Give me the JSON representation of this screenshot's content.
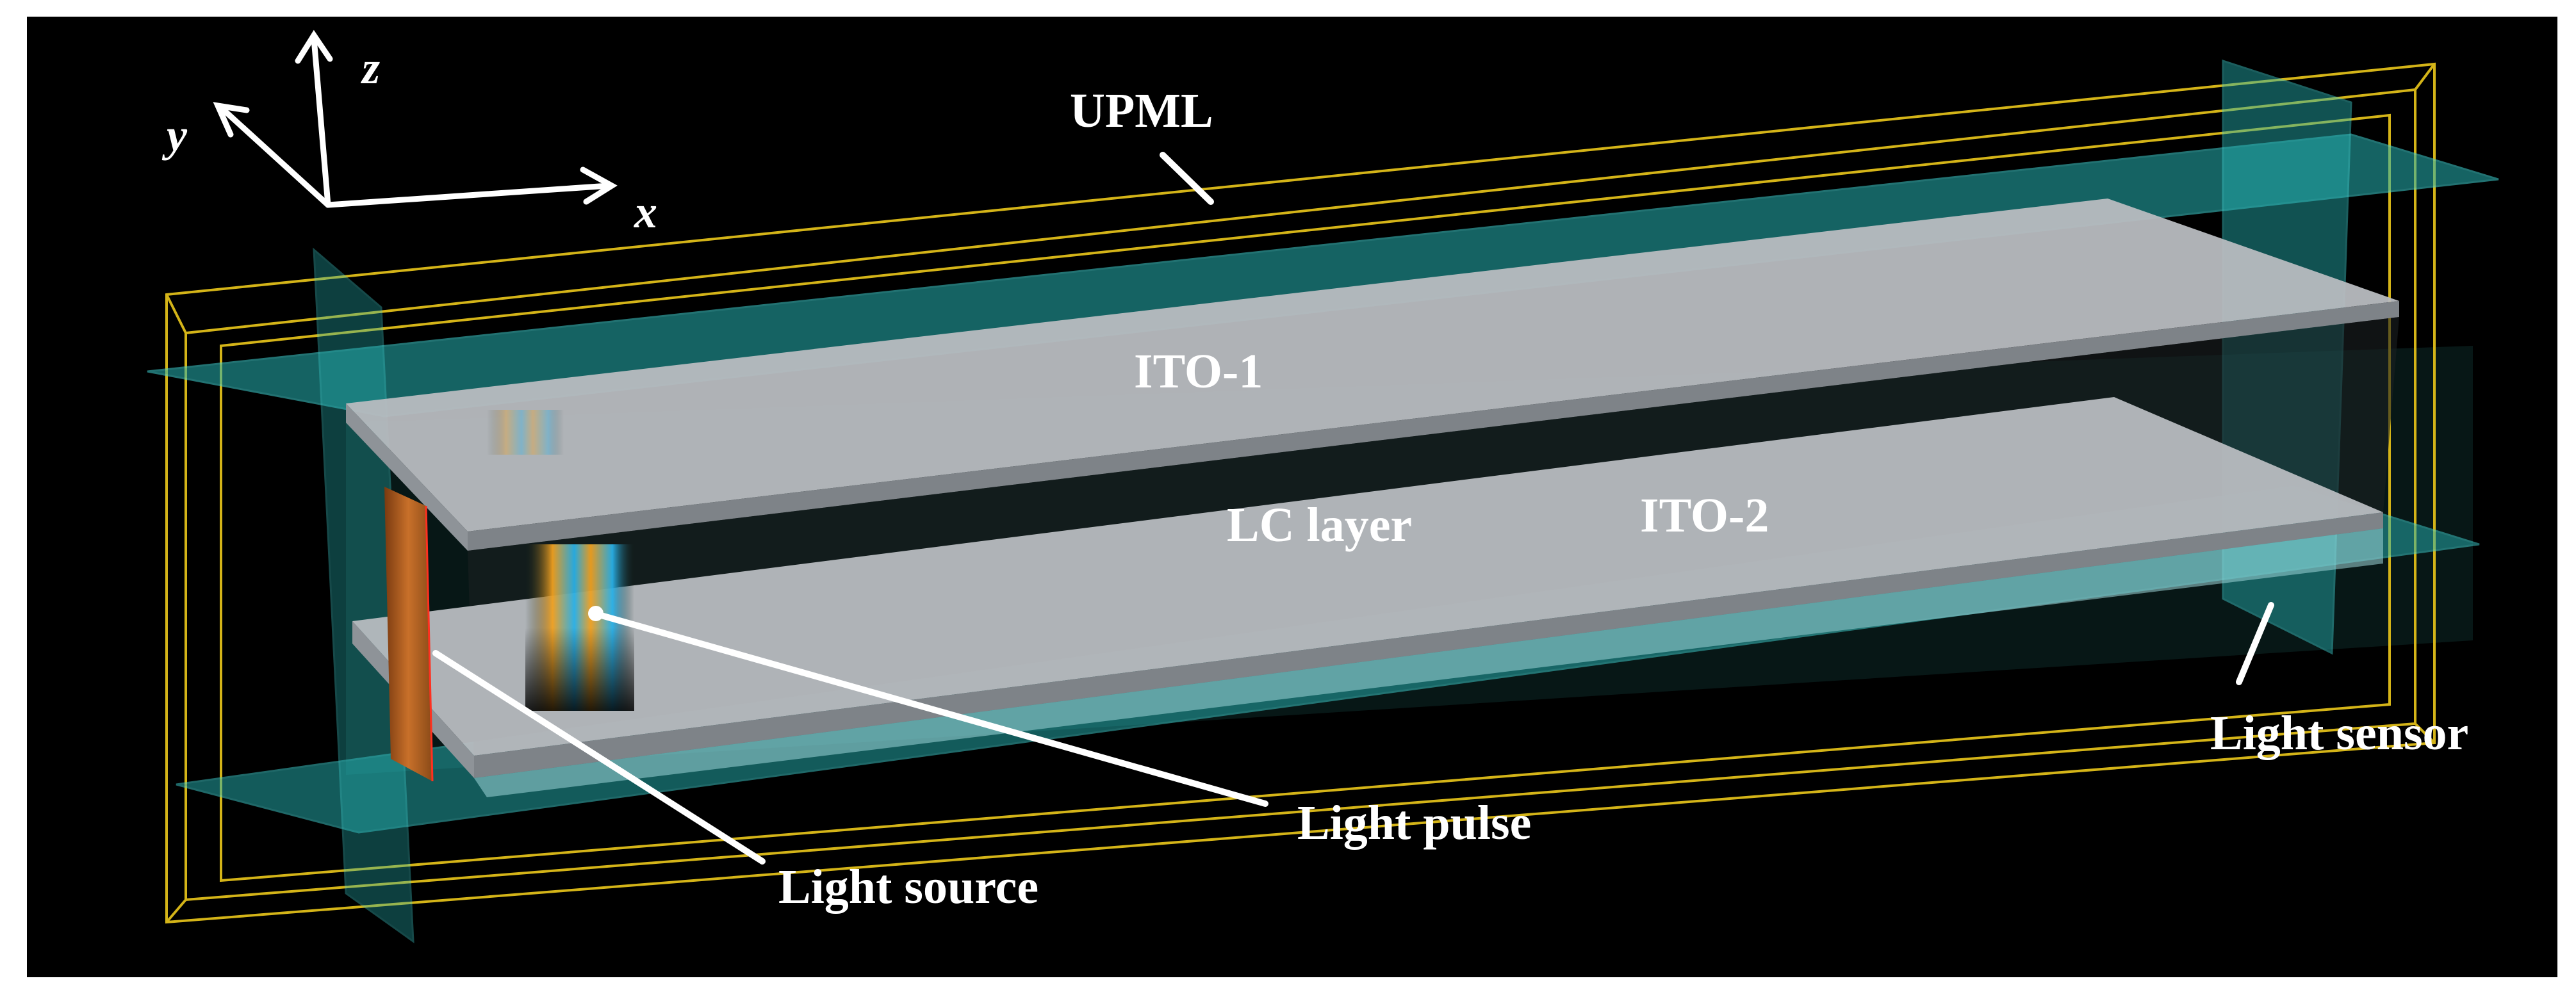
{
  "figure": {
    "axes": {
      "x": "x",
      "y": "y",
      "z": "z"
    },
    "labels": {
      "upml": "UPML",
      "ito1": "ITO-1",
      "lc_layer": "LC layer",
      "ito2": "ITO-2",
      "light_sensor": "Light sensor",
      "light_pulse": "Light pulse",
      "light_source": "Light source"
    },
    "colors": {
      "background": "#000000",
      "upml_frame": "#d4b418",
      "boundary_plane": "#27b5b5",
      "ito_plate": "#b8bcc0",
      "light_source": "#c8702a",
      "pulse_orange": "#f0a020",
      "pulse_blue": "#28b0e8",
      "leader_line": "#ffffff"
    }
  }
}
